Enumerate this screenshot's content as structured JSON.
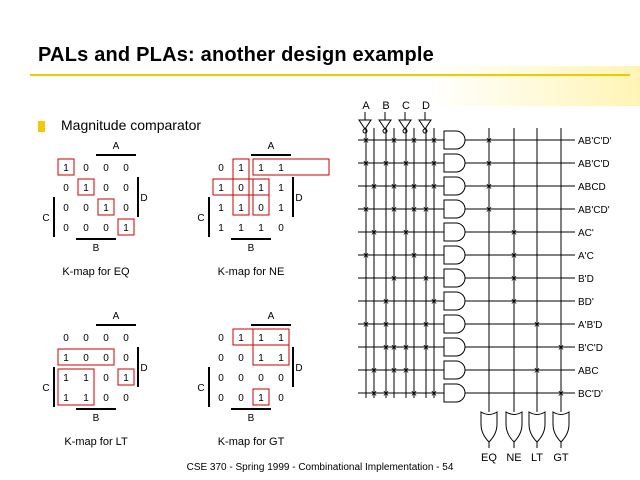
{
  "title": "PALs and PLAs: another design example",
  "bullet": "Magnitude comparator",
  "footer": "CSE 370 - Spring 1999 - Combinational Implementation - 54",
  "colors": {
    "accent": "#f2c800",
    "group": "#cc0000"
  },
  "var_labels": {
    "A": "A",
    "B": "B",
    "C": "C",
    "D": "D"
  },
  "kmaps": [
    {
      "caption": "K-map for EQ",
      "cells": [
        [
          "1",
          "0",
          "0",
          "0"
        ],
        [
          "0",
          "1",
          "0",
          "0"
        ],
        [
          "0",
          "0",
          "1",
          "0"
        ],
        [
          "0",
          "0",
          "0",
          "1"
        ]
      ]
    },
    {
      "caption": "K-map for NE",
      "cells": [
        [
          "0",
          "1",
          "1",
          "1"
        ],
        [
          "1",
          "0",
          "1",
          "1"
        ],
        [
          "1",
          "1",
          "0",
          "1"
        ],
        [
          "1",
          "1",
          "1",
          "0"
        ]
      ]
    },
    {
      "caption": "K-map for LT",
      "cells": [
        [
          "0",
          "0",
          "0",
          "0"
        ],
        [
          "1",
          "0",
          "0",
          "0"
        ],
        [
          "1",
          "1",
          "0",
          "1"
        ],
        [
          "1",
          "1",
          "0",
          "0"
        ]
      ]
    },
    {
      "caption": "K-map for GT",
      "cells": [
        [
          "0",
          "1",
          "1",
          "1"
        ],
        [
          "0",
          "0",
          "1",
          "1"
        ],
        [
          "0",
          "0",
          "0",
          "0"
        ],
        [
          "0",
          "0",
          "1",
          "0"
        ]
      ]
    }
  ],
  "pla": {
    "inputs": [
      "A",
      "B",
      "C",
      "D"
    ],
    "products": [
      "AB'C'D'",
      "AB'C'D",
      "ABCD",
      "AB'CD'",
      "AC'",
      "A'C",
      "B'D",
      "BD'",
      "A'B'D",
      "B'C'D",
      "ABC",
      "BC'D'"
    ],
    "outputs": [
      "EQ",
      "NE",
      "LT",
      "GT"
    ],
    "and_marks": [
      [
        0,
        3,
        5,
        7
      ],
      [
        0,
        2,
        4,
        7
      ],
      [
        1,
        3,
        5,
        7
      ],
      [
        0,
        3,
        5,
        6
      ],
      [
        1,
        4
      ],
      [
        0,
        5
      ],
      [
        3,
        6
      ],
      [
        2,
        7
      ],
      [
        0,
        2,
        6
      ],
      [
        2,
        3,
        4,
        6
      ],
      [
        1,
        3,
        4
      ],
      [
        1,
        2,
        5,
        7
      ]
    ],
    "or_marks": [
      [
        0
      ],
      [
        0
      ],
      [
        0
      ],
      [
        0
      ],
      [
        1
      ],
      [
        1
      ],
      [
        1
      ],
      [
        1
      ],
      [
        2
      ],
      [
        3
      ],
      [
        2
      ],
      [
        3
      ]
    ]
  }
}
